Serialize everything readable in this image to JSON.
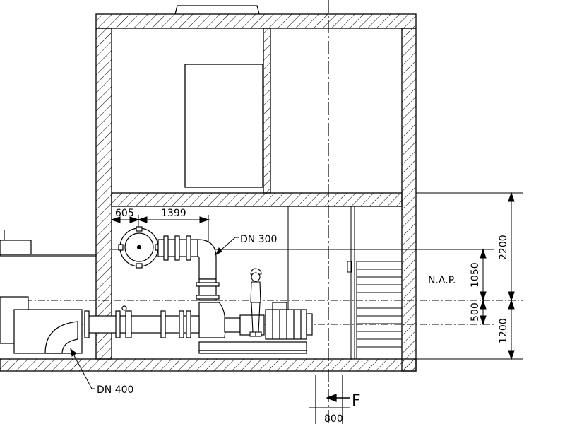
{
  "diagram": {
    "dimensions": {
      "d605": "605",
      "d1399": "1399",
      "d2200": "2200",
      "d1050": "1050",
      "d500": "500",
      "d1200": "1200",
      "d800": "800"
    },
    "labels": {
      "dn300": "DN 300",
      "dn400": "DN 400",
      "nap": "N.A.P.",
      "section": "F"
    }
  }
}
